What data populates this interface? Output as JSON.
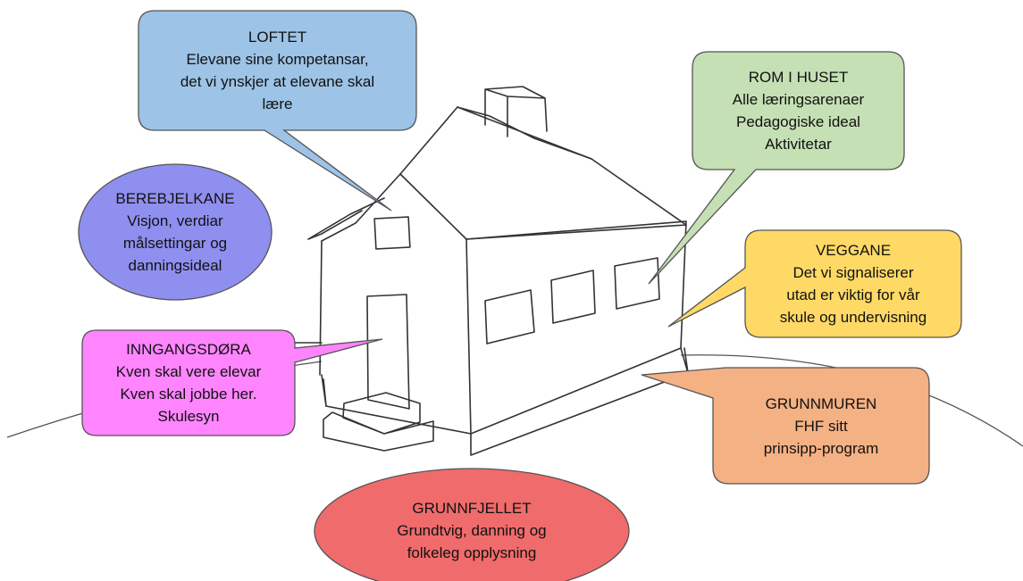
{
  "callouts": {
    "loftet": {
      "fill": "#9dc3e6",
      "lines": [
        "LOFTET",
        "Elevane sine kompetansar,",
        "det vi ynskjer at elevane skal",
        "lære"
      ]
    },
    "rom": {
      "fill": "#c5e0b4",
      "lines": [
        "ROM I HUSET",
        "Alle læringsarenaer",
        "Pedagogiske ideal",
        "Aktivitetar"
      ]
    },
    "berebjelkane": {
      "fill": "#8f8ff0",
      "lines": [
        "BEREBJELKANE",
        "Visjon, verdiar",
        "målsettingar og",
        "danningsideal"
      ]
    },
    "veggane": {
      "fill": "#ffd966",
      "lines": [
        "VEGGANE",
        "Det vi signaliserer",
        "utad er viktig for vår",
        "skule og undervisning"
      ]
    },
    "inngangsdora": {
      "fill": "#ff85ff",
      "lines": [
        "INNGANGSDØRA",
        "Kven skal vere elevar",
        "Kven skal jobbe her.",
        "Skulesyn"
      ]
    },
    "grunnmuren": {
      "fill": "#f4b183",
      "lines": [
        "GRUNNMUREN",
        "FHF sitt",
        "prinsipp-program"
      ]
    },
    "grunnfjellet": {
      "fill": "#f06b6b",
      "lines": [
        "GRUNNFJELLET",
        "Grundtvig, danning og",
        "folkeleg opplysning"
      ]
    }
  }
}
